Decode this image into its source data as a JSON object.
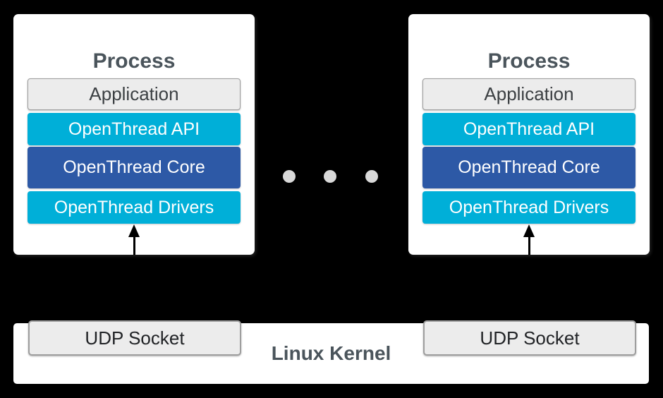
{
  "diagram": {
    "background_color": "#000000",
    "palette": {
      "card_bg": "#ffffff",
      "gray_box_bg": "#ececec",
      "gray_box_border": "#9e9e9e",
      "cyan_layer": "#00afd8",
      "blue_layer": "#2d59a6",
      "heading_text": "#4a545b",
      "gray_box_text": "#3c4043",
      "layer_text": "#ffffff",
      "ellipsis_dot": "#d9d9d9",
      "arrow": "#000000"
    }
  },
  "processes": [
    {
      "title": "Process",
      "layers": [
        {
          "label": "Application",
          "type": "application"
        },
        {
          "label": "OpenThread API",
          "type": "cyan"
        },
        {
          "label": "OpenThread Core",
          "type": "blue"
        },
        {
          "label": "OpenThread Drivers",
          "type": "cyan"
        }
      ]
    },
    {
      "title": "Process",
      "layers": [
        {
          "label": "Application",
          "type": "application"
        },
        {
          "label": "OpenThread API",
          "type": "cyan"
        },
        {
          "label": "OpenThread Core",
          "type": "blue"
        },
        {
          "label": "OpenThread Drivers",
          "type": "cyan"
        }
      ]
    }
  ],
  "ellipsis": {
    "dot_count": 3
  },
  "kernel": {
    "label": "Linux Kernel",
    "sockets": [
      {
        "label": "UDP Socket"
      },
      {
        "label": "UDP Socket"
      }
    ]
  }
}
